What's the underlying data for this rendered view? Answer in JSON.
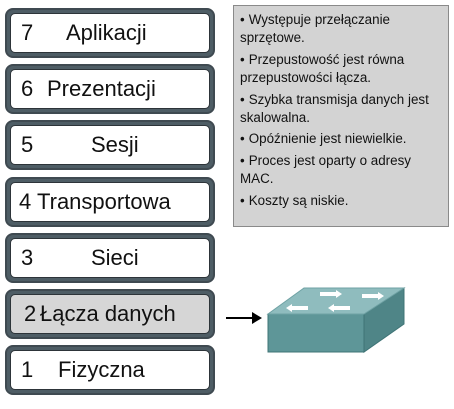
{
  "layers": [
    {
      "number": "7",
      "name": "Aplikacji"
    },
    {
      "number": "6",
      "name": "Prezentacji"
    },
    {
      "number": "5",
      "name": "Sesji"
    },
    {
      "number": "4",
      "name": "Transportowa"
    },
    {
      "number": "3",
      "name": "Sieci"
    },
    {
      "number": "2",
      "name": "Łącza danych"
    },
    {
      "number": "1",
      "name": "Fizyczna"
    }
  ],
  "highlighted_layer": "2",
  "info_items": [
    "Występuje przełączanie sprzętowe.",
    "Przepustowość jest równa przepustowości łącza.",
    "Szybka transmisja danych jest skalowalna.",
    "Opóźnienie jest niewielkie.",
    "Proces jest oparty o adresy MAC.",
    "Koszty są niskie."
  ],
  "bullet": "•",
  "device_icon": "switch-icon",
  "colors": {
    "layer_frame": "#4e5d65",
    "highlight": "#d6d6d6",
    "info_background": "#d3d3d3",
    "switch_top": "#8fbcbe",
    "switch_side": "#5e9698"
  }
}
